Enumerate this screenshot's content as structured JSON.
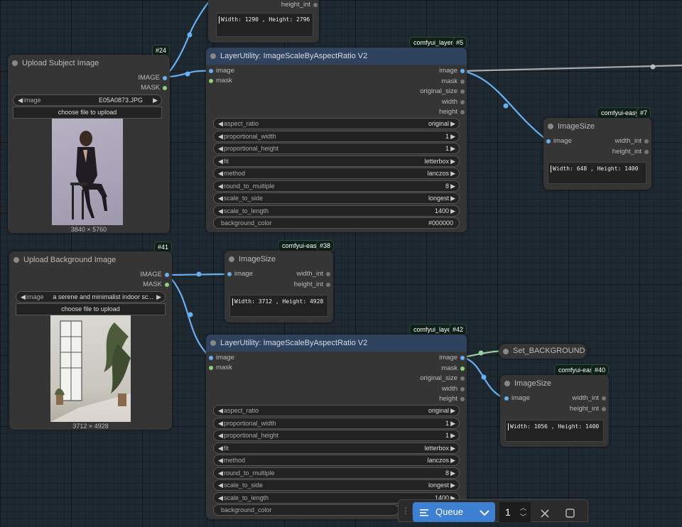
{
  "top_node": {
    "slot": "height_int",
    "text": "Width: 1290 , Height: 2796"
  },
  "node24": {
    "id": "#24",
    "title": "Upload Subject Image",
    "outputs": [
      "IMAGE",
      "MASK"
    ],
    "image_widget": {
      "label": "image",
      "value": "E05A0873.JPG"
    },
    "upload_button": "choose file to upload",
    "size_caption": "3840 × 5760"
  },
  "node5": {
    "badge": "comfyui_layers",
    "id": "#5",
    "title": "LayerUtility: ImageScaleByAspectRatio V2",
    "inputs": [
      "image",
      "mask"
    ],
    "outputs": [
      "image",
      "mask",
      "original_size",
      "width",
      "height"
    ],
    "widgets": [
      {
        "label": "aspect_ratio",
        "value": "original"
      },
      {
        "label": "proportional_width",
        "value": "1"
      },
      {
        "label": "proportional_height",
        "value": "1"
      },
      {
        "label": "fit",
        "value": "letterbox"
      },
      {
        "label": "method",
        "value": "lanczos"
      },
      {
        "label": "round_to_multiple",
        "value": "8"
      },
      {
        "label": "scale_to_side",
        "value": "longest"
      },
      {
        "label": "scale_to_length",
        "value": "1400"
      }
    ],
    "bg_label": "background_color",
    "bg_value": "#000000"
  },
  "node7": {
    "badge": "comfyui-easy-",
    "id": "#7",
    "title": "ImageSize",
    "input": "image",
    "outputs": [
      "width_int",
      "height_int"
    ],
    "text": "Width: 648 , Height: 1400"
  },
  "node41": {
    "id": "#41",
    "title": "Upload Background Image",
    "outputs": [
      "IMAGE",
      "MASK"
    ],
    "image_widget": {
      "label": "image",
      "value": "a serene and minimalist indoor sc..."
    },
    "upload_button": "choose file to upload",
    "size_caption": "3712 × 4928"
  },
  "node38": {
    "badge": "comfyui-easy",
    "id": "#38",
    "title": "ImageSize",
    "input": "image",
    "outputs": [
      "width_int",
      "height_int"
    ],
    "text": "Width: 3712 , Height: 4928"
  },
  "node42": {
    "badge": "comfyui_layer",
    "id": "#42",
    "title": "LayerUtility: ImageScaleByAspectRatio V2",
    "inputs": [
      "image",
      "mask"
    ],
    "outputs": [
      "image",
      "mask",
      "original_size",
      "width",
      "height"
    ],
    "widgets": [
      {
        "label": "aspect_ratio",
        "value": "original"
      },
      {
        "label": "proportional_width",
        "value": "1"
      },
      {
        "label": "proportional_height",
        "value": "1"
      },
      {
        "label": "fit",
        "value": "letterbox"
      },
      {
        "label": "method",
        "value": "lanczos"
      },
      {
        "label": "round_to_multiple",
        "value": "8"
      },
      {
        "label": "scale_to_side",
        "value": "longest"
      },
      {
        "label": "scale_to_length",
        "value": "1400"
      }
    ],
    "bg_label": "background_color"
  },
  "set_node": {
    "title": "Set_BACKGROUND"
  },
  "node40": {
    "badge": "comfyui-easy",
    "id": "#40",
    "title": "ImageSize",
    "input": "image",
    "outputs": [
      "width_int",
      "height_int"
    ],
    "text": "Width: 1056 , Height: 1400"
  },
  "queue_bar": {
    "queue_label": "Queue",
    "batch_count": "1"
  },
  "colors": {
    "wire_image": "#6ab0f0",
    "wire_mask": "#8fd27b",
    "title_blue": "#30435e",
    "queue_button": "#3d7fd1"
  }
}
